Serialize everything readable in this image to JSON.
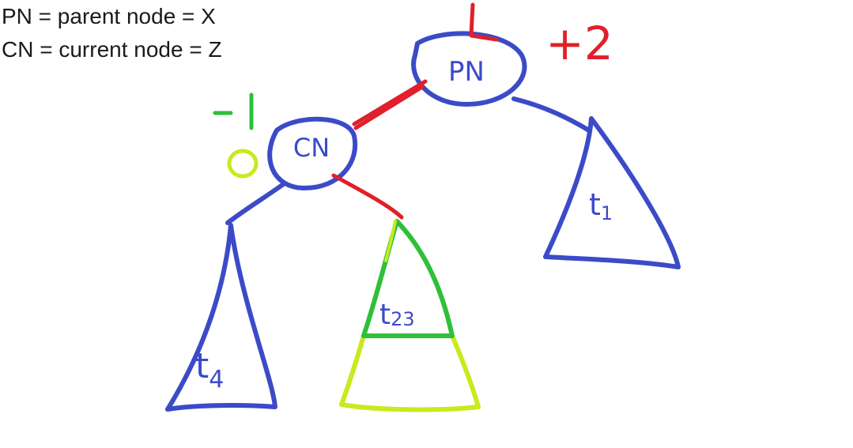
{
  "legend": {
    "line1": "PN = parent node = X",
    "line2": "CN = current node = Z"
  },
  "nodes": {
    "parent": {
      "label": "PN",
      "balance": "+2",
      "mark": "|"
    },
    "current": {
      "label": "CN",
      "balance_old": "-1",
      "balance_new": "0"
    }
  },
  "subtrees": {
    "t1": {
      "label": "t",
      "subscript": "1"
    },
    "t4": {
      "label": "t",
      "subscript": "4"
    },
    "t23": {
      "label": "t",
      "subscript": "23"
    }
  },
  "colors": {
    "tree": "#3b4bc8",
    "highlight_edge": "#e0202a",
    "balance_red": "#e0202a",
    "balance_green": "#2fbf3a",
    "balance_lime": "#c8ea1e",
    "subtree_green": "#2fbf3a",
    "subtree_lime": "#c8ea1e"
  }
}
